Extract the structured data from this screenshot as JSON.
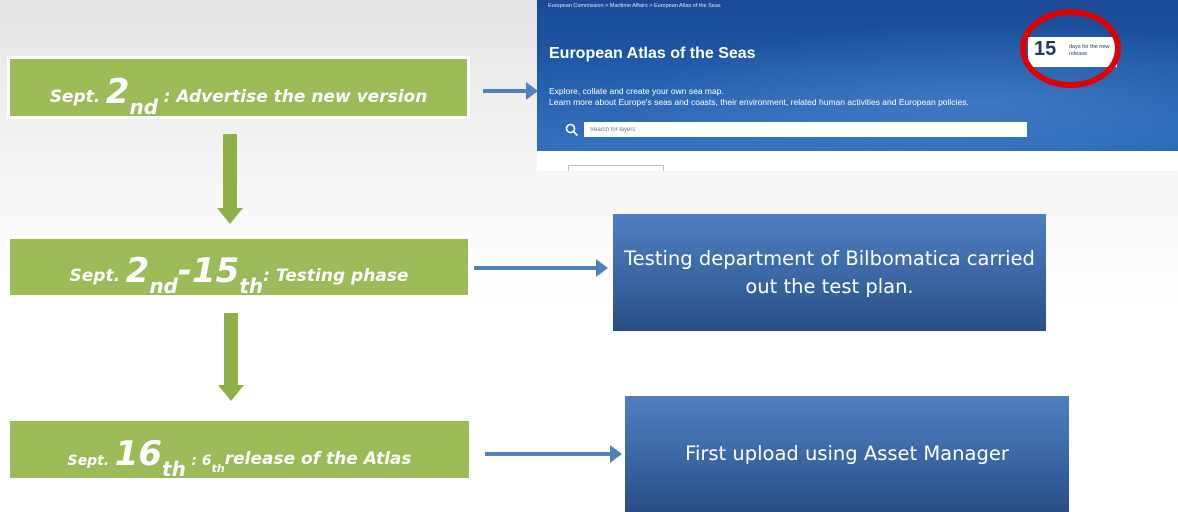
{
  "phases": [
    {
      "prefix": "Sept.",
      "num": "2",
      "sup": "nd",
      "rest": ": Advertise the new version"
    },
    {
      "prefix": "Sept.",
      "num1": "2",
      "sup1": "nd",
      "dash": "-",
      "num2": "15",
      "sup2": "th",
      "rest": ": Testing phase"
    },
    {
      "prefix": "Sept.",
      "num": "16",
      "sup": "th",
      "rest_pre": ": 6",
      "rest_sup": "th",
      "rest": " release of the Atlas"
    }
  ],
  "outcomes": {
    "testing": "Testing department of Bilbomatica carried out the test plan.",
    "upload": "First upload using Asset Manager"
  },
  "screenshot": {
    "breadcrumb": "European Commission > Maritime Affairs > European Atlas of the Seas",
    "title": "European Atlas of the Seas",
    "desc_line1": "Explore, collate and create your own sea map.",
    "desc_line2": "Learn more about Europe's seas and coasts, their environment, related human activities and European policies.",
    "search_placeholder": "Search for layers",
    "badge_number": "15",
    "badge_text": "days for the new release",
    "icon": "search-icon"
  },
  "colors": {
    "phase_green": "#9bbb59",
    "arrow_blue": "#4f81bd",
    "arrow_green": "#8db146",
    "outcome_blue": "#3a66a3",
    "highlight_red": "#e00000"
  }
}
